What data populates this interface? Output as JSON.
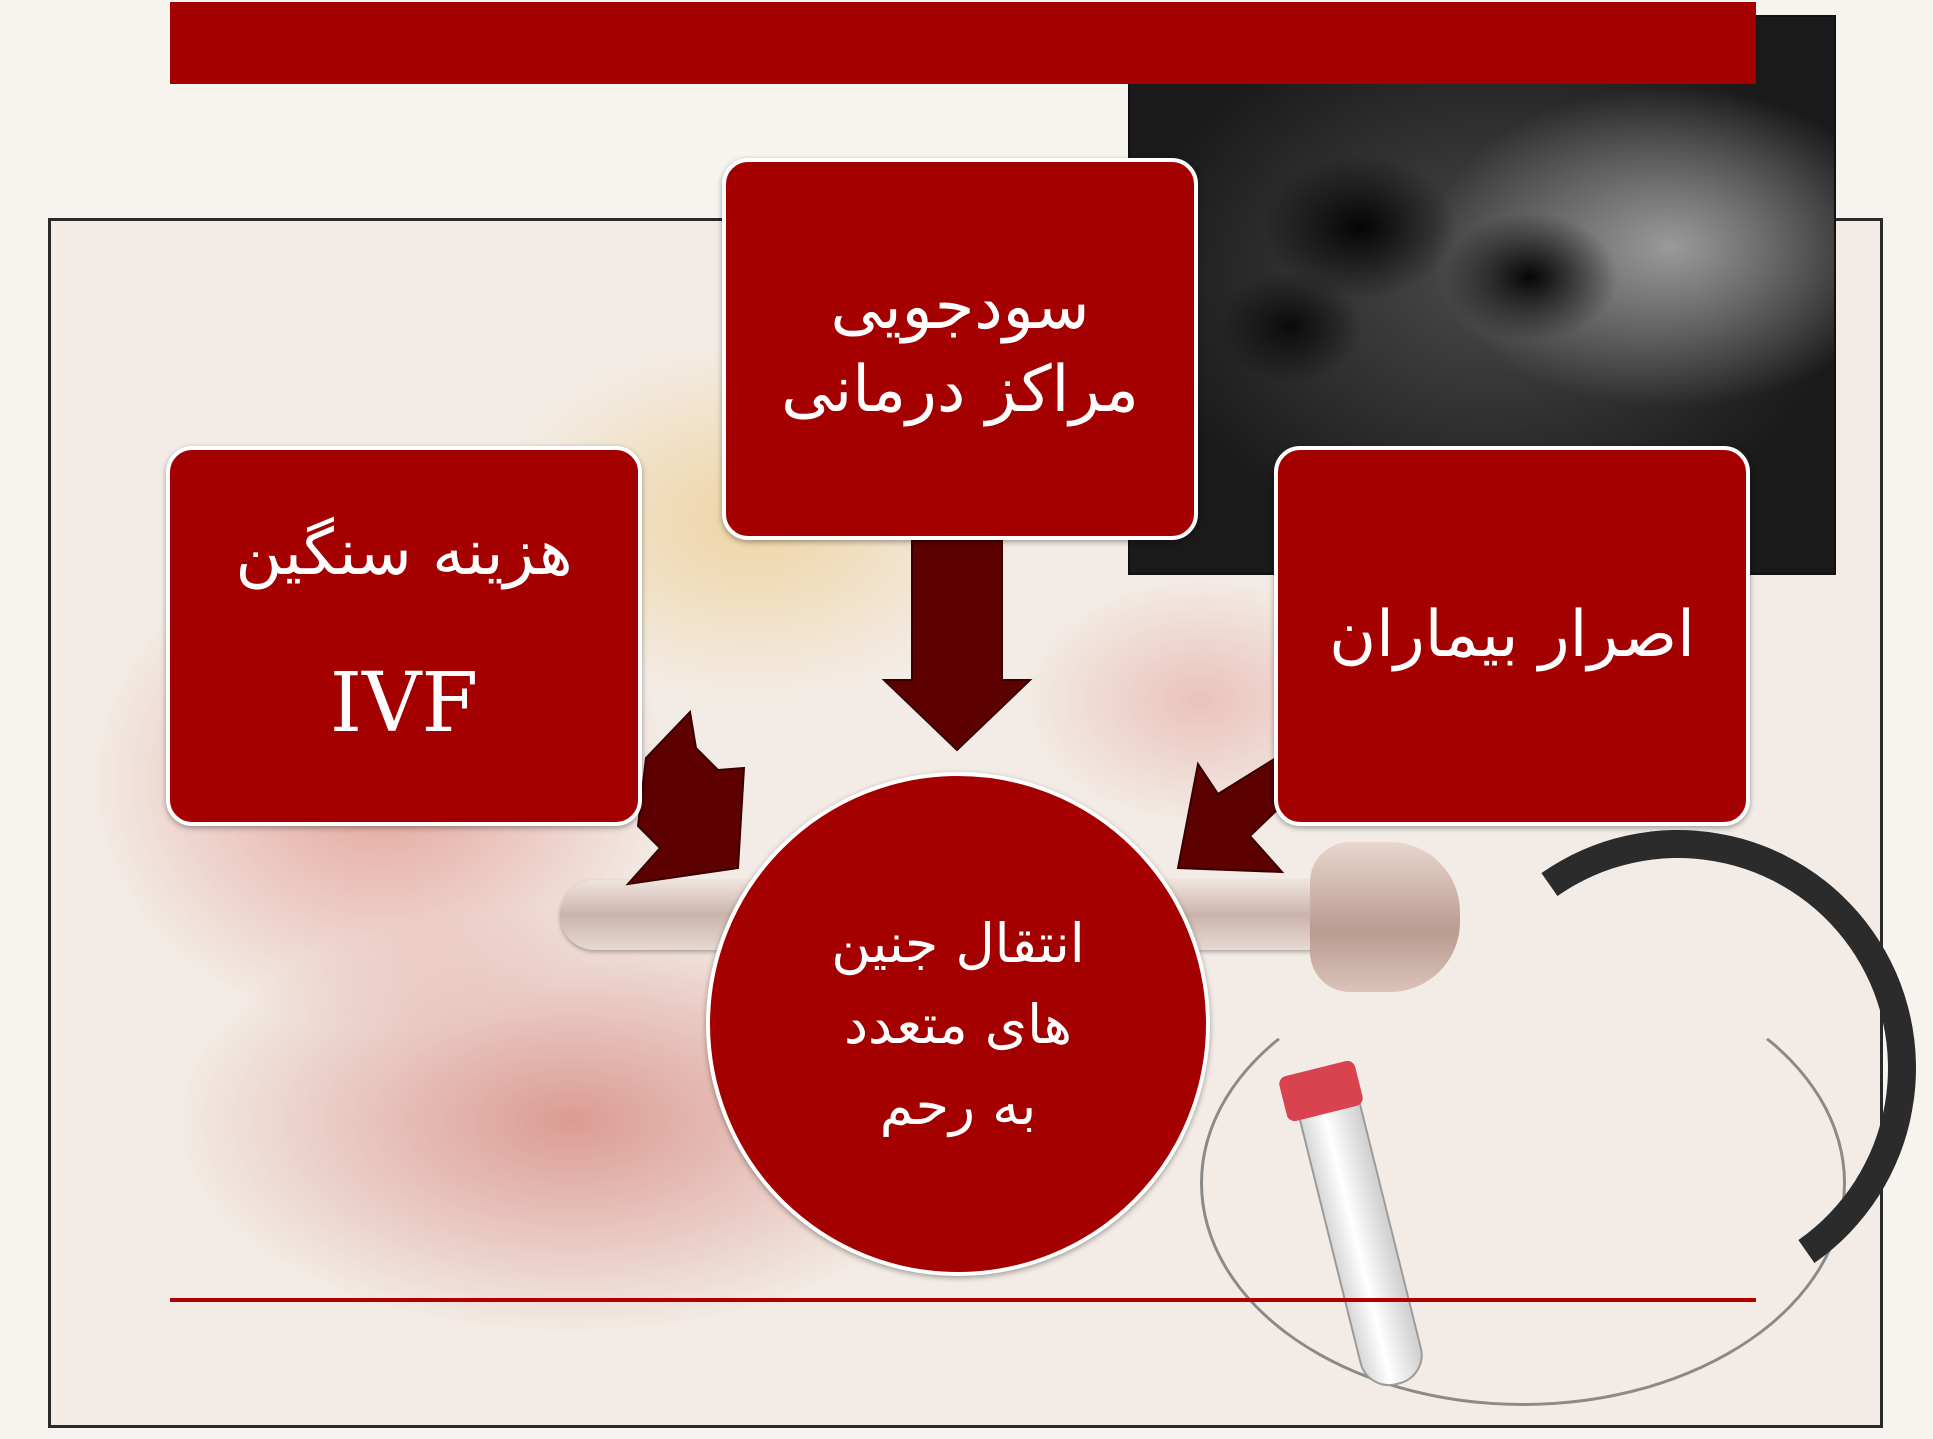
{
  "colors": {
    "box_fill": "#a50000",
    "box_border": "#ffffff",
    "arrow_fill": "#5c0000",
    "header_bar": "#a50000"
  },
  "nodes": {
    "profit": {
      "lines": [
        "سودجویی",
        "مراکز درمانی"
      ]
    },
    "cost": {
      "lines": [
        "هزینه سنگین",
        "IVF"
      ]
    },
    "insist": {
      "lines": [
        "اصرار بیماران"
      ]
    },
    "center": {
      "lines": [
        "انتقال جنین",
        "های متعدد",
        "به رحم"
      ]
    }
  }
}
